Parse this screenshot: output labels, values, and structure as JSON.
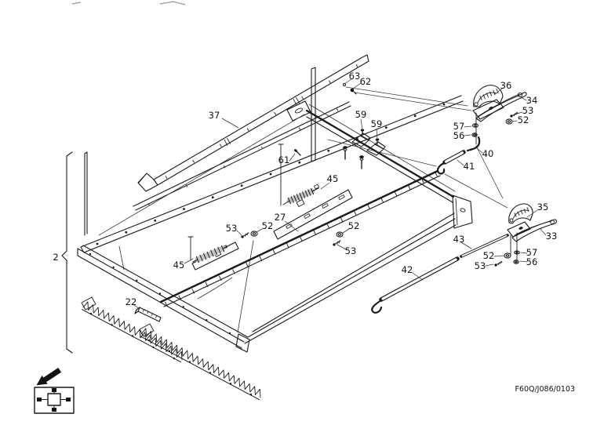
{
  "figure": {
    "type": "exploded-parts-diagram",
    "drawing_code": "F60Q/J086/0103",
    "labels": {
      "2": "2",
      "22": "22",
      "27": "27",
      "33": "33",
      "34": "34",
      "35": "35",
      "36": "36",
      "37": "37",
      "40": "40",
      "41": "41",
      "42": "42",
      "43": "43",
      "45": "45",
      "52": "52",
      "53": "53",
      "56": "56",
      "57": "57",
      "59": "59",
      "61": "61",
      "62": "62",
      "63": "63"
    }
  }
}
